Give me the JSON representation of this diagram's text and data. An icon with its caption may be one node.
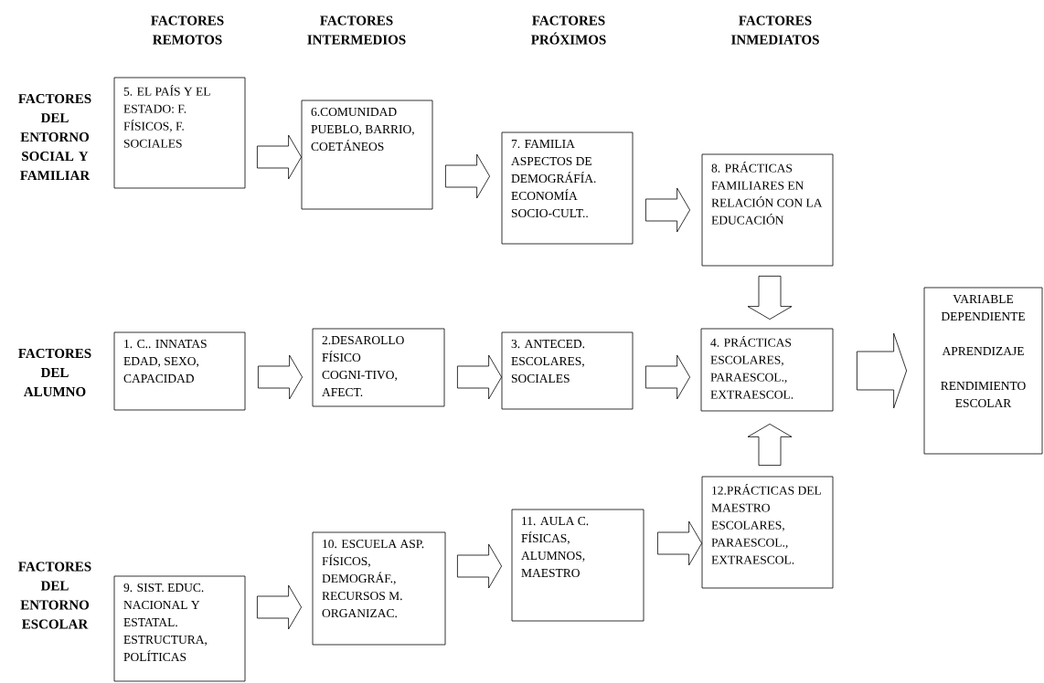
{
  "diagram": {
    "nodes": [
      {
        "text": [
          "5. EL PAÍS Y EL ESTADO: F. FÍSICOS, F. SOCIALES"
        ]
      },
      {
        "text": [
          "6.COMUNIDAD PUEBLO, BARRIO, COETÁNEOS"
        ]
      },
      {
        "text": [
          "7. FAMILIA ASPECTOS DE DEMOGRÁFÍA. ECONOMÍA SOCIO-CULT.."
        ]
      },
      {
        "text": [
          "8. PRÁCTICAS FAMILIARES EN RELACIÓN CON LA EDUCACIÓN"
        ]
      },
      {
        "text": [
          "1. C.. INNATAS EDAD, SEXO, CAPACIDAD"
        ]
      },
      {
        "text": [
          "2.DESAROLLO FÍSICO COGNI-TIVO, AFECT."
        ]
      },
      {
        "text": [
          "3. ANTECED. ESCOLARES, SOCIALES"
        ]
      },
      {
        "text": [
          "4. PRÁCTICAS ESCOLARES, PARAESCOL., EXTRAESCOL."
        ]
      },
      {
        "text": [
          "VARIABLE DEPENDIENTE",
          "APRENDIZAJE",
          "RENDIMIENTO ESCOLAR"
        ]
      },
      {
        "text": [
          "9. SIST. EDUC. NACIONAL Y ESTATAL. ESTRUCTURA, POLÍTICAS"
        ]
      },
      {
        "text": [
          "10. ESCUELA ASP. FÍSICOS, DEMOGRÁF., RECURSOS M. ORGANIZAC."
        ]
      },
      {
        "text": [
          "11. AULA C. FÍSICAS, ALUMNOS, MAESTRO"
        ]
      },
      {
        "text": [
          "12.PRÁCTICAS DEL MAESTRO ESCOLARES, PARAESCOL., EXTRAESCOL."
        ]
      }
    ],
    "edges": [
      {
        "from": 0,
        "to": 1,
        "arrow": "to"
      },
      {
        "from": 1,
        "to": 2,
        "arrow": "to"
      },
      {
        "from": 2,
        "to": 3,
        "arrow": "to"
      },
      {
        "from": 4,
        "to": 5,
        "arrow": "to"
      },
      {
        "from": 5,
        "to": 6,
        "arrow": "to"
      },
      {
        "from": 6,
        "to": 7,
        "arrow": "to"
      },
      {
        "from": 3,
        "to": 7,
        "arrow": "to"
      },
      {
        "from": 12,
        "to": 7,
        "arrow": "to"
      },
      {
        "from": 7,
        "to": 8,
        "arrow": "to"
      },
      {
        "from": 9,
        "to": 10,
        "arrow": "to"
      },
      {
        "from": 10,
        "to": 11,
        "arrow": "to"
      },
      {
        "from": 11,
        "to": 12,
        "arrow": "to"
      }
    ],
    "labels": [
      "FACTORES REMOTOS",
      "FACTORES INTERMEDIOS",
      "FACTORES PRÓXIMOS",
      "FACTORES INMEDIATOS",
      "FACTORES DEL ENTORNO SOCIAL Y FAMILIAR",
      "FACTORES DEL ALUMNO",
      "FACTORES DEL ENTORNO ESCOLAR"
    ]
  }
}
